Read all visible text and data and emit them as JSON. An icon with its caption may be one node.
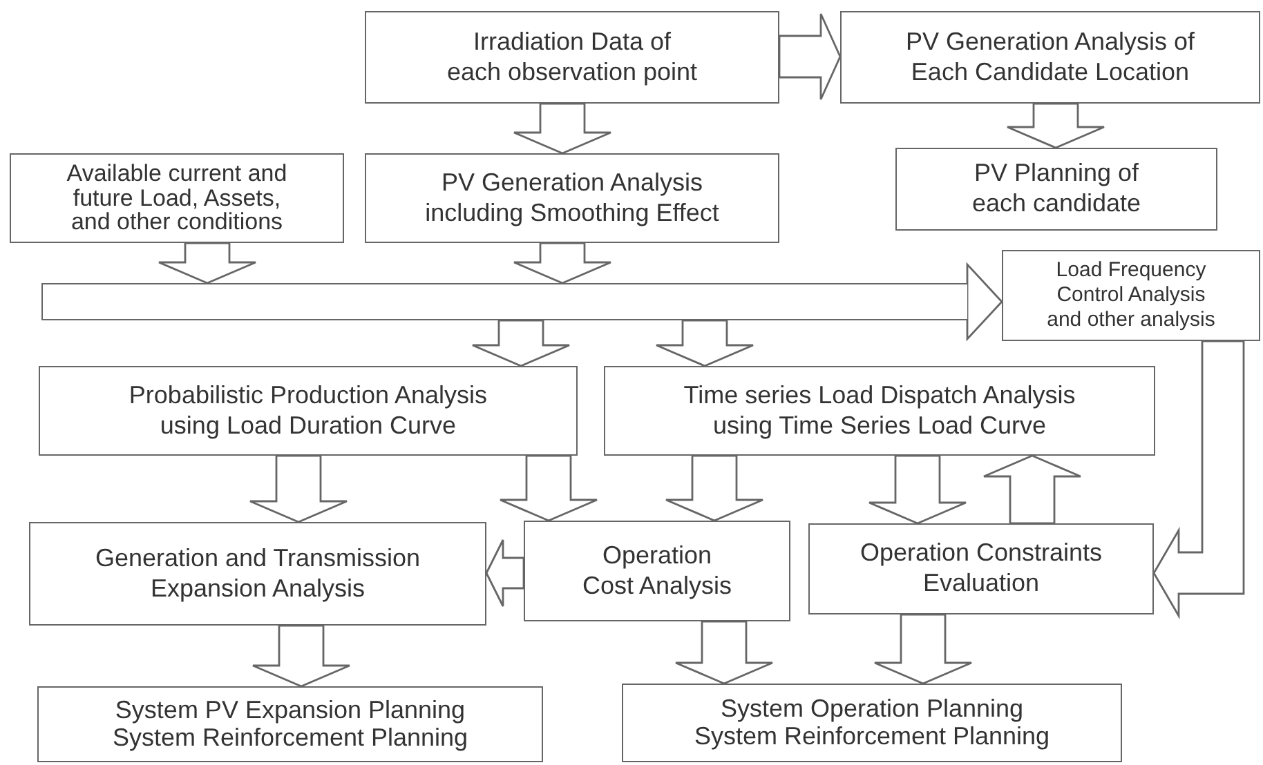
{
  "diagram": {
    "nodes": [
      {
        "text": [
          "Irradiation Data of each observation point"
        ]
      },
      {
        "text": [
          "PV Generation Analysis of Each Candidate Location"
        ]
      },
      {
        "text": [
          "Available current and future Load, Assets, and other conditions"
        ]
      },
      {
        "text": [
          "PV Generation Analysis including Smoothing Effect"
        ]
      },
      {
        "text": [
          "PV Planning of each candidate"
        ]
      },
      {
        "text": [],
        "shape": "bar"
      },
      {
        "text": [
          "Load Frequency Control Analysis and other analysis"
        ]
      },
      {
        "text": [
          "Probabilistic Production Analysis using Load Duration Curve"
        ]
      },
      {
        "text": [
          "Time series Load Dispatch Analysis using Time Series Load Curve"
        ]
      },
      {
        "text": [
          "Generation and Transmission Expansion Analysis"
        ]
      },
      {
        "text": [
          "Operation Cost Analysis"
        ]
      },
      {
        "text": [
          "Operation Constraints Evaluation"
        ]
      },
      {
        "text": [
          "System PV Expansion Planning System Reinforcement Planning"
        ]
      },
      {
        "text": [
          "System Operation Planning System Reinforcement Planning"
        ]
      }
    ],
    "edges": [
      {
        "from": 0,
        "to": 1,
        "arrow": "to"
      },
      {
        "from": 0,
        "to": 3,
        "arrow": "to"
      },
      {
        "from": 1,
        "to": 4,
        "arrow": "to"
      },
      {
        "from": 2,
        "to": 5,
        "arrow": "to"
      },
      {
        "from": 3,
        "to": 5,
        "arrow": "to"
      },
      {
        "from": 5,
        "to": 6,
        "arrow": "to"
      },
      {
        "from": 5,
        "to": 7,
        "arrow": "to"
      },
      {
        "from": 5,
        "to": 8,
        "arrow": "to"
      },
      {
        "from": 7,
        "to": 9,
        "arrow": "to"
      },
      {
        "from": 7,
        "to": 10,
        "arrow": "to"
      },
      {
        "from": 8,
        "to": 10,
        "arrow": "to"
      },
      {
        "from": 8,
        "to": 11,
        "arrow": "to"
      },
      {
        "from": 11,
        "to": 8,
        "arrow": "to"
      },
      {
        "from": 6,
        "to": 11,
        "arrow": "to"
      },
      {
        "from": 10,
        "to": 9,
        "arrow": "to"
      },
      {
        "from": 9,
        "to": 12,
        "arrow": "to"
      },
      {
        "from": 10,
        "to": 13,
        "arrow": "to"
      },
      {
        "from": 11,
        "to": 13,
        "arrow": "to"
      }
    ]
  }
}
